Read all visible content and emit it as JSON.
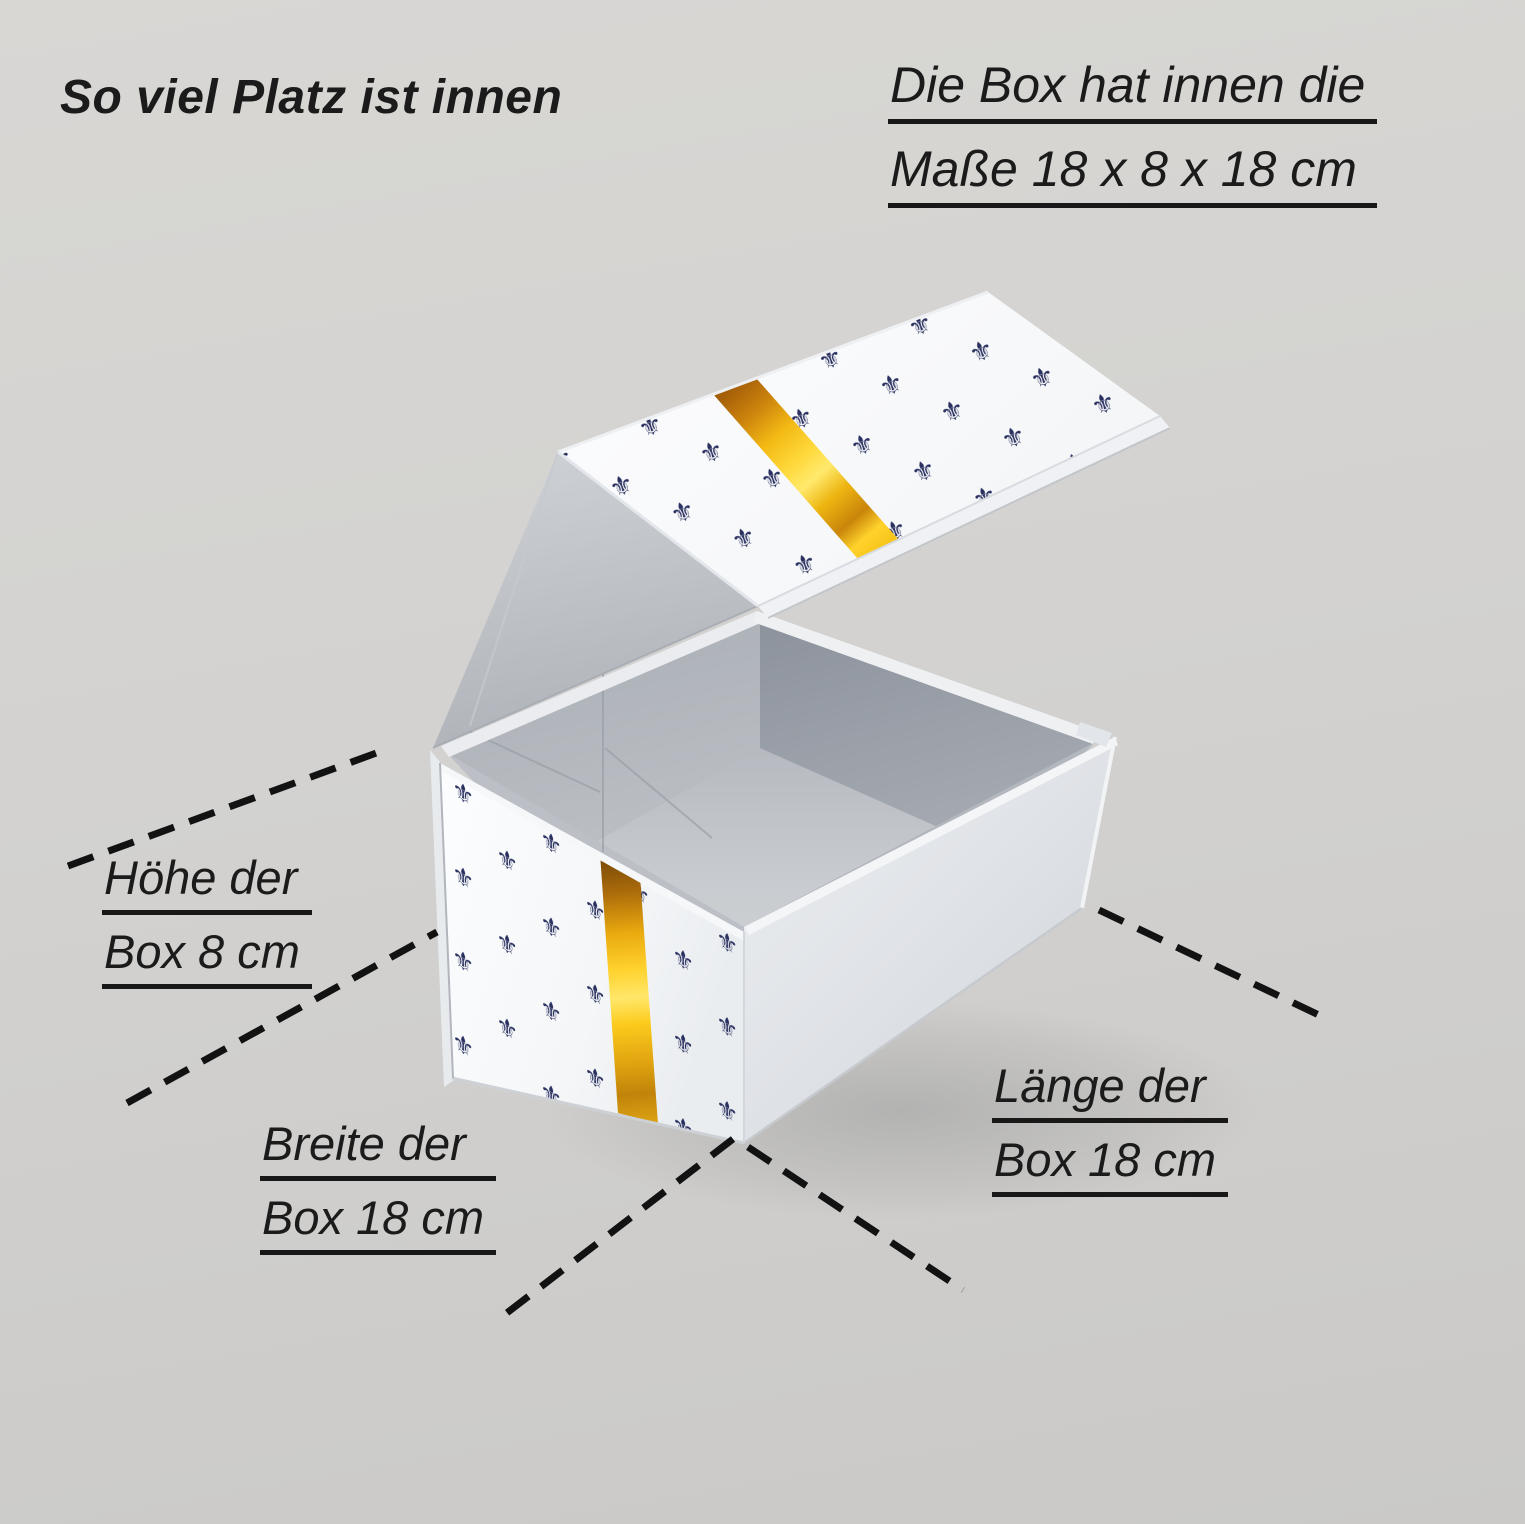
{
  "title": "So viel Platz ist innen",
  "inner_dims": {
    "line1": "Die Box hat innen die",
    "line2": "Maße 18 x 8 x 18 cm"
  },
  "labels": {
    "height": {
      "line1": "Höhe der",
      "line2": "Box 8 cm"
    },
    "width": {
      "line1": "Breite der",
      "line2": "Box 18 cm"
    },
    "length": {
      "line1": "Länge der",
      "line2": "Box 18 cm"
    }
  },
  "pattern": {
    "icon": "fleur-de-lis",
    "glyph": "⚜",
    "color": "#2a3160"
  },
  "colors": {
    "background": "#d3d2d0",
    "text": "#1b1b1b",
    "leader_line": "#121212",
    "box_white": "#f8fafb",
    "gold_bright": "#ffd93c",
    "gold_dark": "#a55f08",
    "interior_grey": "#b3b7bd"
  }
}
